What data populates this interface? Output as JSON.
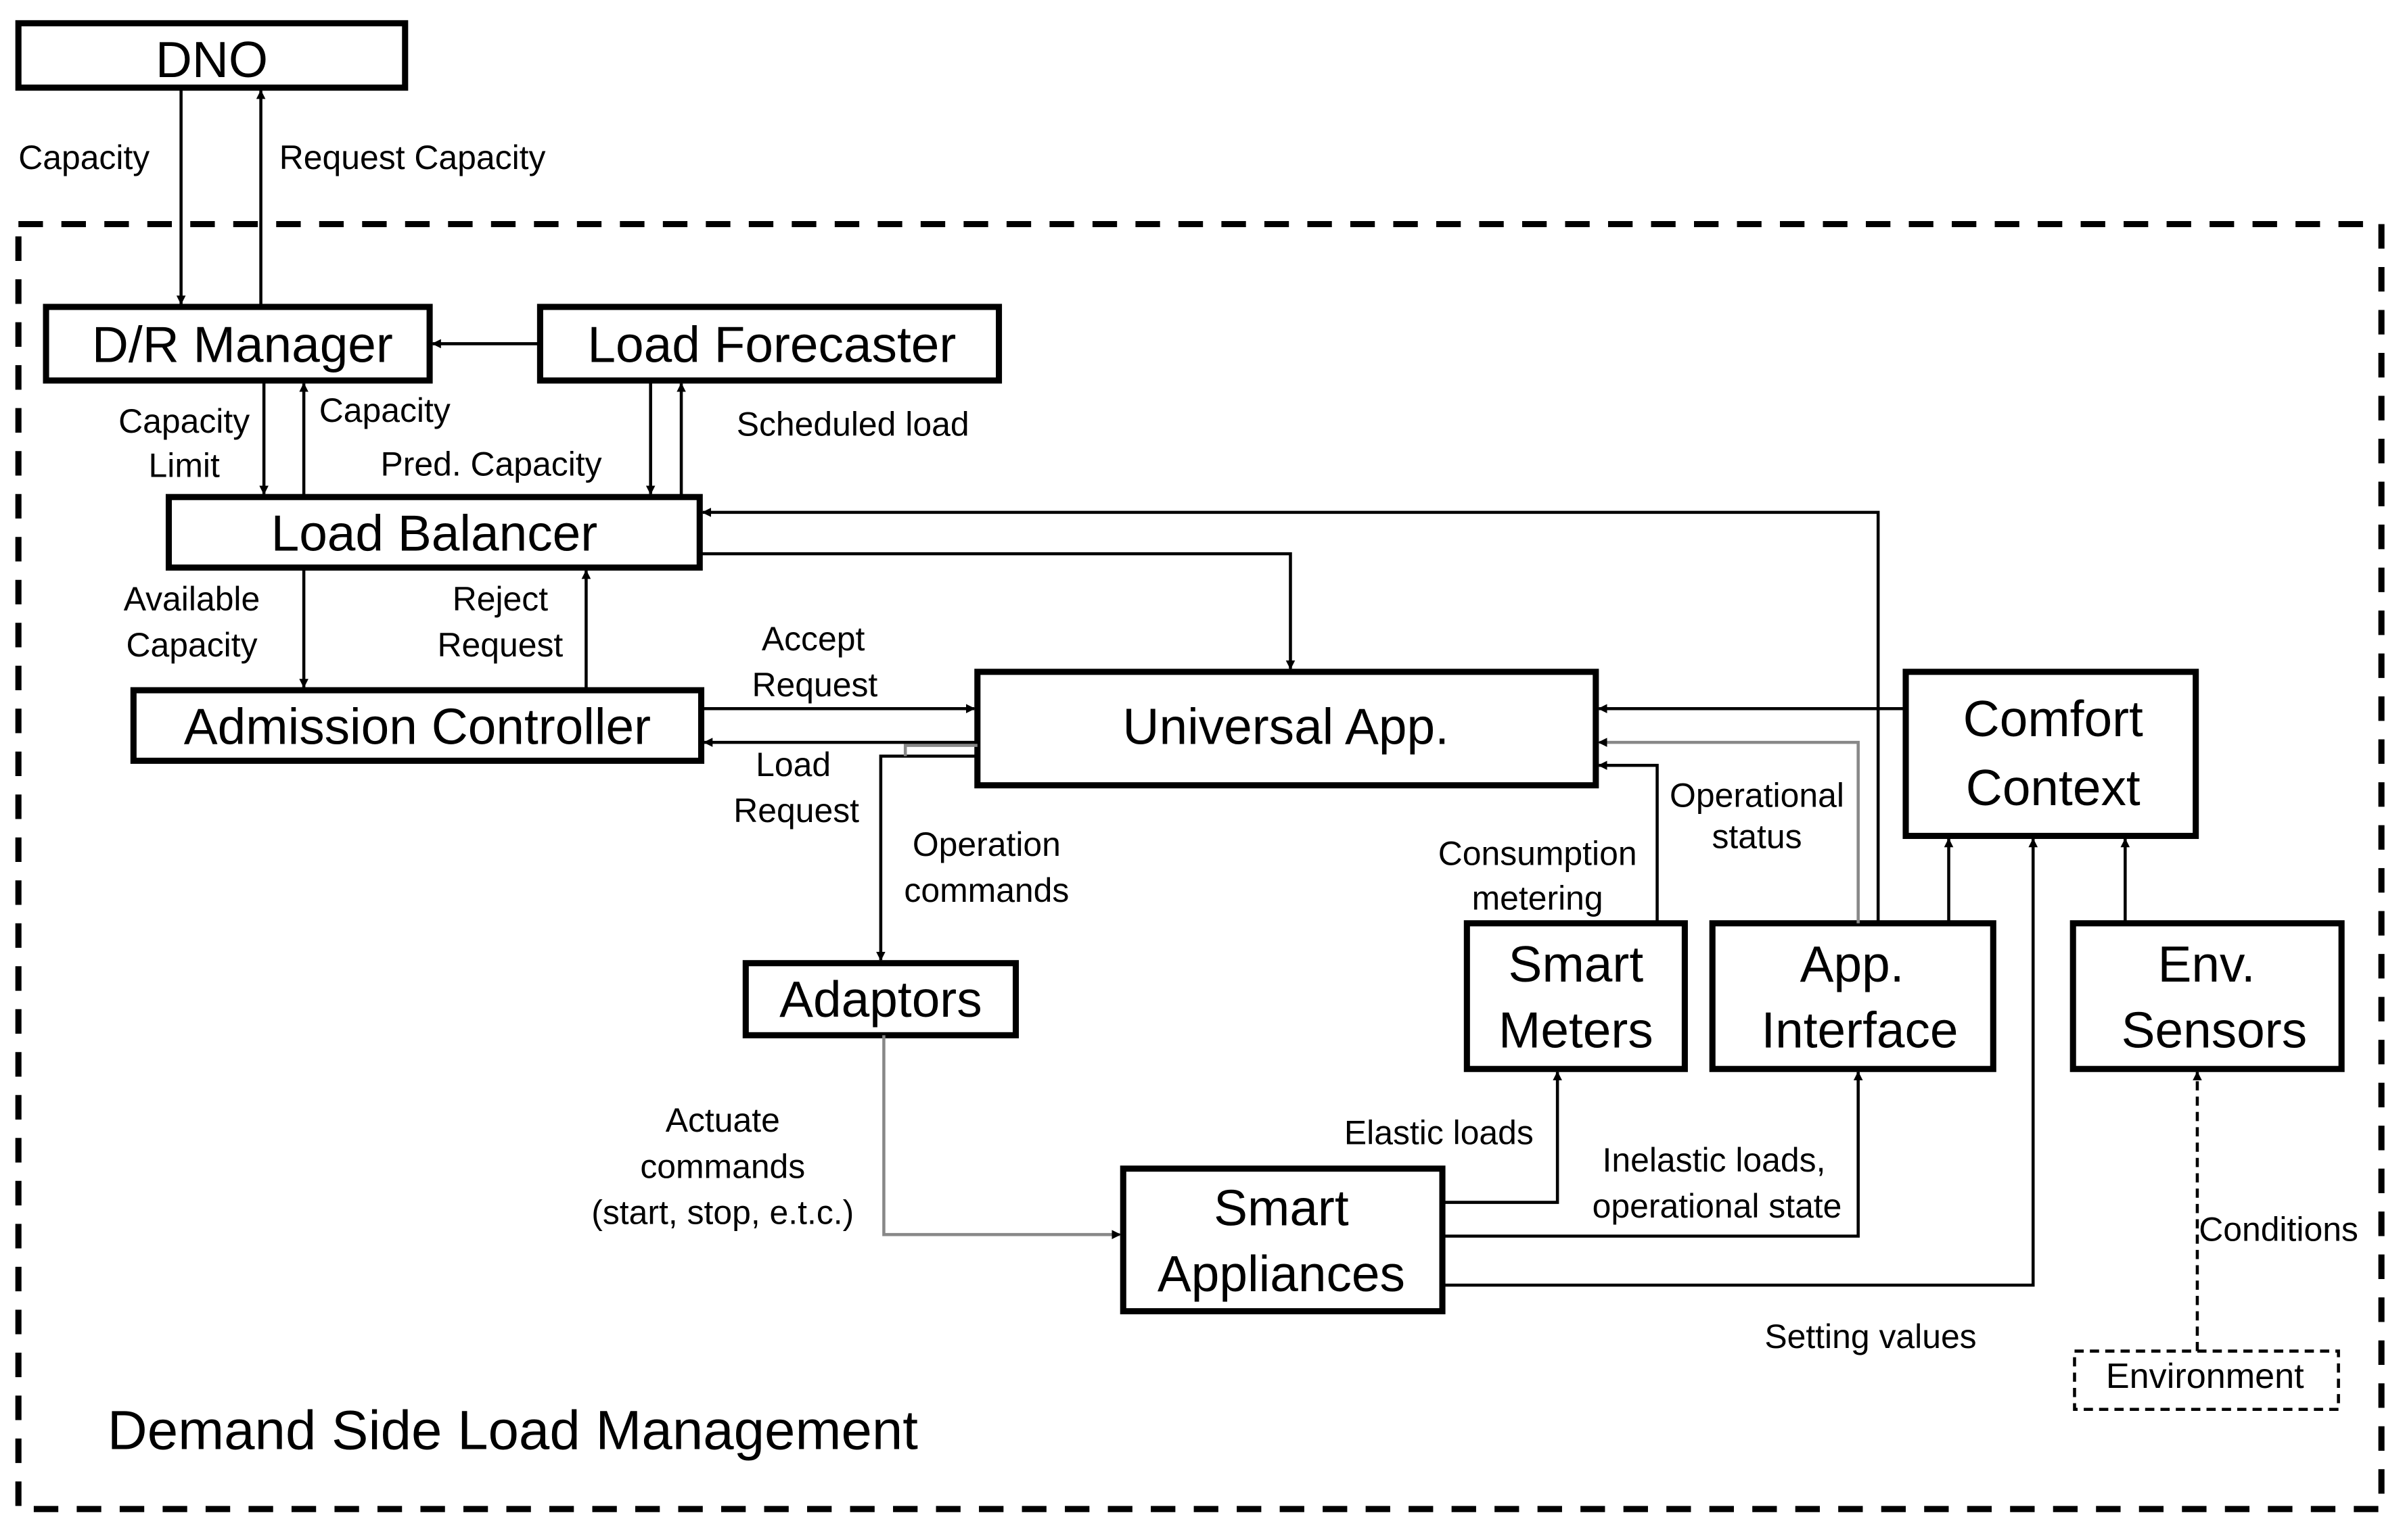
{
  "diagram": {
    "container_label": "Demand Side Load Management",
    "nodes": {
      "dno": "DNO",
      "dr_manager": "D/R Manager",
      "load_forecaster": "Load Forecaster",
      "load_balancer": "Load Balancer",
      "admission_controller": "Admission Controller",
      "universal_app": "Universal App.",
      "comfort_context": [
        "Comfort",
        "Context"
      ],
      "adaptors": "Adaptors",
      "smart_meters": [
        "Smart",
        "Meters"
      ],
      "app_interface": [
        "App.",
        "Interface"
      ],
      "env_sensors": [
        "Env.",
        "Sensors"
      ],
      "smart_appliances": [
        "Smart",
        "Appliances"
      ],
      "environment": "Environment"
    },
    "edges": {
      "capacity": "Capacity",
      "request_capacity": "Request Capacity",
      "capacity_limit": [
        "Capacity",
        "Limit"
      ],
      "capacity_up": "Capacity",
      "pred_capacity": "Pred. Capacity",
      "scheduled_load": "Scheduled load",
      "available_capacity": [
        "Available",
        "Capacity"
      ],
      "reject_request": [
        "Reject",
        "Request"
      ],
      "accept_request": [
        "Accept",
        "Request"
      ],
      "load_request": [
        "Load",
        "Request"
      ],
      "operation_commands": [
        "Operation",
        "commands"
      ],
      "operational_status": [
        "Operational",
        "status"
      ],
      "consumption_metering": [
        "Consumption",
        "metering"
      ],
      "actuate_commands": [
        "Actuate",
        "commands",
        "(start, stop, e.t.c.)"
      ],
      "elastic_loads": "Elastic loads",
      "inelastic_loads": [
        "Inelastic loads,",
        "operational state"
      ],
      "conditions": "Conditions",
      "setting_values": "Setting values"
    }
  }
}
